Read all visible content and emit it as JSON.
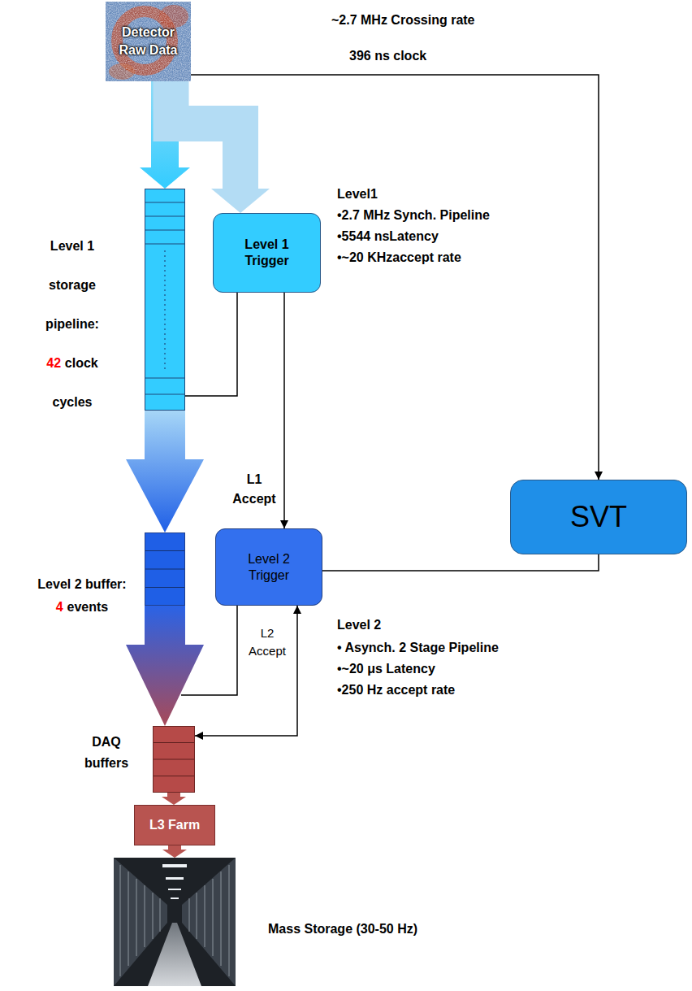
{
  "diagram": {
    "nodes": [
      {
        "text": [
          "Detector Raw Data"
        ]
      },
      {
        "text": [
          "Level 1 storage pipeline:",
          "42",
          "clock cycles"
        ]
      },
      {
        "text": [
          "Level 1 Trigger"
        ]
      },
      {
        "text": [
          "SVT"
        ]
      },
      {
        "text": [
          "Level 2 buffer:",
          "4",
          "events"
        ]
      },
      {
        "text": [
          "Level 2 Trigger"
        ]
      },
      {
        "text": [
          "DAQ buffers"
        ]
      },
      {
        "text": [
          "L3 Farm"
        ]
      },
      {
        "text": [
          "Mass Storage (30-50 Hz)"
        ]
      }
    ],
    "edges": [
      {
        "from": 0,
        "to": 1,
        "arrow": "to"
      },
      {
        "from": 0,
        "to": 2,
        "arrow": "to"
      },
      {
        "from": 0,
        "to": 3,
        "arrow": "to"
      },
      {
        "from": 2,
        "to": 1,
        "arrow": "none"
      },
      {
        "from": 2,
        "to": 5,
        "arrow": "to",
        "label": "L1 Accept"
      },
      {
        "from": 3,
        "to": 5,
        "arrow": "none"
      },
      {
        "from": 1,
        "to": 4,
        "arrow": "to"
      },
      {
        "from": 5,
        "to": 4,
        "arrow": "none"
      },
      {
        "from": 4,
        "to": 6,
        "arrow": "to"
      },
      {
        "from": 6,
        "to": 5,
        "arrow": "both",
        "label": "L2 Accept"
      },
      {
        "from": 6,
        "to": 7,
        "arrow": "to"
      },
      {
        "from": 7,
        "to": 8,
        "arrow": "to"
      }
    ],
    "labels": [
      "~2.7 MHz Crossing rate",
      "396 ns clock",
      "Level1",
      "•2.7 MHz Synch. Pipeline",
      "•5544 nsLatency",
      "•~20 KHzaccept rate",
      "Level 2",
      "• Asynch. 2 Stage Pipeline",
      "•~20 μs Latency",
      "•250 Hz accept rate"
    ]
  }
}
